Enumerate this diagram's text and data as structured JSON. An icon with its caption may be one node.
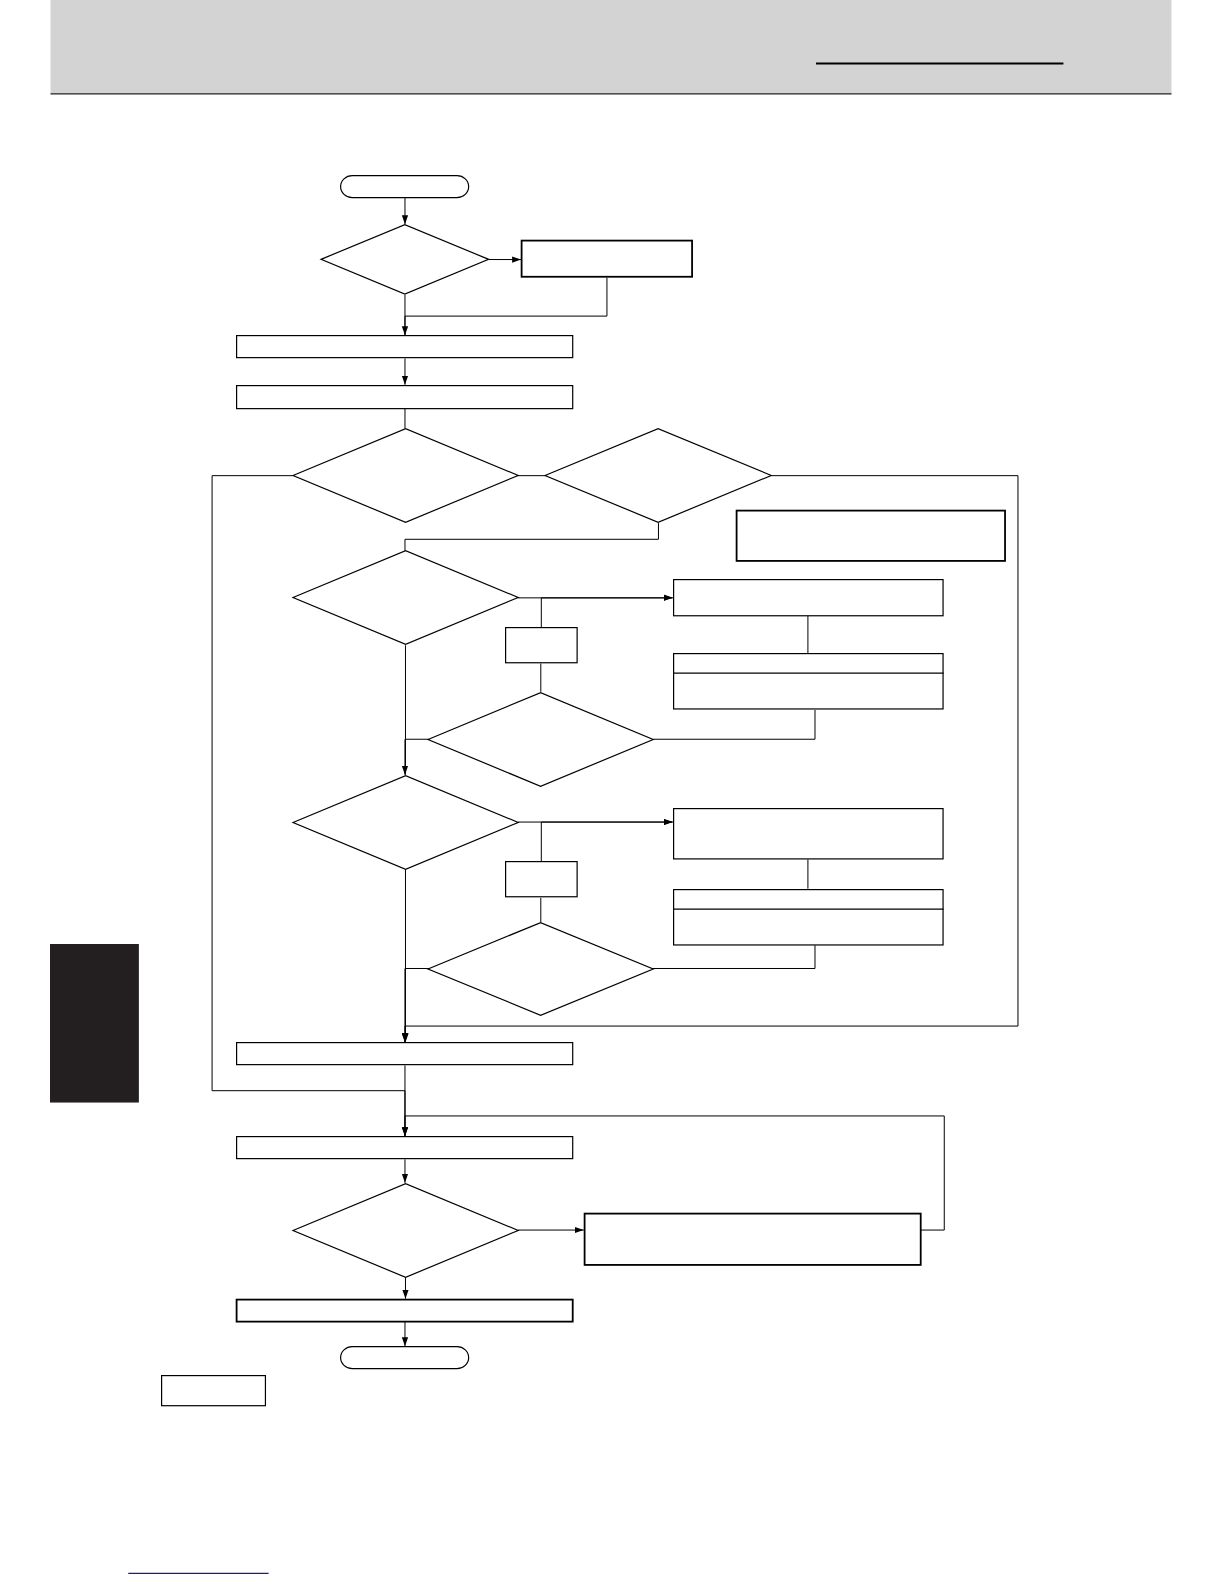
{
  "diagram": {
    "nodes": [
      {
        "text": [],
        "shape": "terminal"
      },
      {
        "text": [],
        "shape": "diamond"
      },
      {
        "text": [],
        "shape": "box"
      },
      {
        "text": [],
        "shape": "box"
      },
      {
        "text": [],
        "shape": "box"
      },
      {
        "text": [],
        "shape": "diamond"
      },
      {
        "text": [],
        "shape": "diamond"
      },
      {
        "text": [],
        "shape": "box"
      },
      {
        "text": [],
        "shape": "diamond"
      },
      {
        "text": [],
        "shape": "box"
      },
      {
        "text": [],
        "shape": "box"
      },
      {
        "text": [],
        "shape": "box"
      },
      {
        "text": [],
        "shape": "diamond"
      },
      {
        "text": [],
        "shape": "diamond"
      },
      {
        "text": [],
        "shape": "box"
      },
      {
        "text": [],
        "shape": "box"
      },
      {
        "text": [],
        "shape": "box"
      },
      {
        "text": [],
        "shape": "diamond"
      },
      {
        "text": [],
        "shape": "box"
      },
      {
        "text": [],
        "shape": "box"
      },
      {
        "text": [],
        "shape": "diamond"
      },
      {
        "text": [],
        "shape": "box"
      },
      {
        "text": [],
        "shape": "box"
      },
      {
        "text": [],
        "shape": "terminal"
      },
      {
        "text": [],
        "shape": "box"
      },
      {
        "text": [],
        "shape": "tab"
      }
    ],
    "edges": [
      {
        "from": 0,
        "to": 1,
        "arrow": "to"
      },
      {
        "from": 1,
        "to": 2,
        "arrow": "to"
      },
      {
        "from": 2,
        "to": 3,
        "arrow": "to"
      },
      {
        "from": 1,
        "to": 3,
        "arrow": "none"
      },
      {
        "from": 3,
        "to": 4,
        "arrow": "to"
      },
      {
        "from": 4,
        "to": 5,
        "arrow": "none"
      },
      {
        "from": 5,
        "to": 6,
        "arrow": "none"
      },
      {
        "from": 5,
        "to": 19,
        "arrow": "to"
      },
      {
        "from": 6,
        "to": 18,
        "arrow": "to"
      },
      {
        "from": 6,
        "to": 8,
        "arrow": "none"
      },
      {
        "from": 8,
        "to": 9,
        "arrow": "to"
      },
      {
        "from": 10,
        "to": 9,
        "arrow": "to"
      },
      {
        "from": 12,
        "to": 10,
        "arrow": "none"
      },
      {
        "from": 9,
        "to": 11,
        "arrow": "none"
      },
      {
        "from": 11,
        "to": 12,
        "arrow": "none"
      },
      {
        "from": 12,
        "to": 13,
        "arrow": "to"
      },
      {
        "from": 8,
        "to": 13,
        "arrow": "none"
      },
      {
        "from": 13,
        "to": 14,
        "arrow": "to"
      },
      {
        "from": 15,
        "to": 14,
        "arrow": "to"
      },
      {
        "from": 17,
        "to": 15,
        "arrow": "none"
      },
      {
        "from": 14,
        "to": 16,
        "arrow": "none"
      },
      {
        "from": 16,
        "to": 17,
        "arrow": "none"
      },
      {
        "from": 17,
        "to": 18,
        "arrow": "to"
      },
      {
        "from": 13,
        "to": 18,
        "arrow": "to"
      },
      {
        "from": 18,
        "to": 19,
        "arrow": "none"
      },
      {
        "from": 19,
        "to": 20,
        "arrow": "to"
      },
      {
        "from": 20,
        "to": 21,
        "arrow": "to"
      },
      {
        "from": 21,
        "to": 19,
        "arrow": "to"
      },
      {
        "from": 20,
        "to": 22,
        "arrow": "to"
      },
      {
        "from": 22,
        "to": 23,
        "arrow": "to"
      }
    ]
  }
}
